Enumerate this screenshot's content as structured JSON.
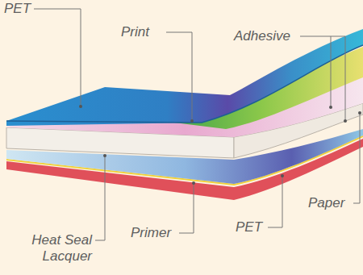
{
  "diagram": {
    "labels": [
      "PET",
      "Print",
      "Adhesive",
      "Paper",
      "PET",
      "Primer",
      "Heat Seal Lacquer"
    ]
  }
}
